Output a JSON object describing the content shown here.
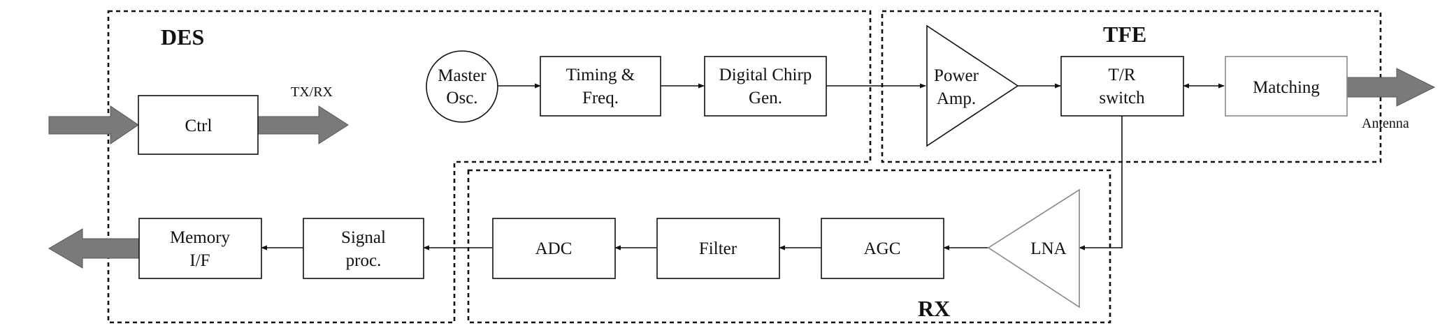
{
  "regions": {
    "des": "DES",
    "tfe": "TFE",
    "rx": "RX"
  },
  "blocks": {
    "ctrl": "Ctrl",
    "master_osc": [
      "Master",
      "Osc."
    ],
    "timing": [
      "Timing &",
      "Freq."
    ],
    "chirp": [
      "Digital Chirp",
      "Gen."
    ],
    "power_amp": [
      "Power",
      "Amp."
    ],
    "tr_switch": [
      "T/R",
      "switch"
    ],
    "matching": "Matching",
    "memory": [
      "Memory",
      "I/F"
    ],
    "signal_proc": [
      "Signal",
      "proc."
    ],
    "adc": "ADC",
    "filter": "Filter",
    "agc": "AGC",
    "lna": "LNA"
  },
  "io_labels": {
    "txrx": "TX/RX",
    "antenna": "Antenna"
  }
}
